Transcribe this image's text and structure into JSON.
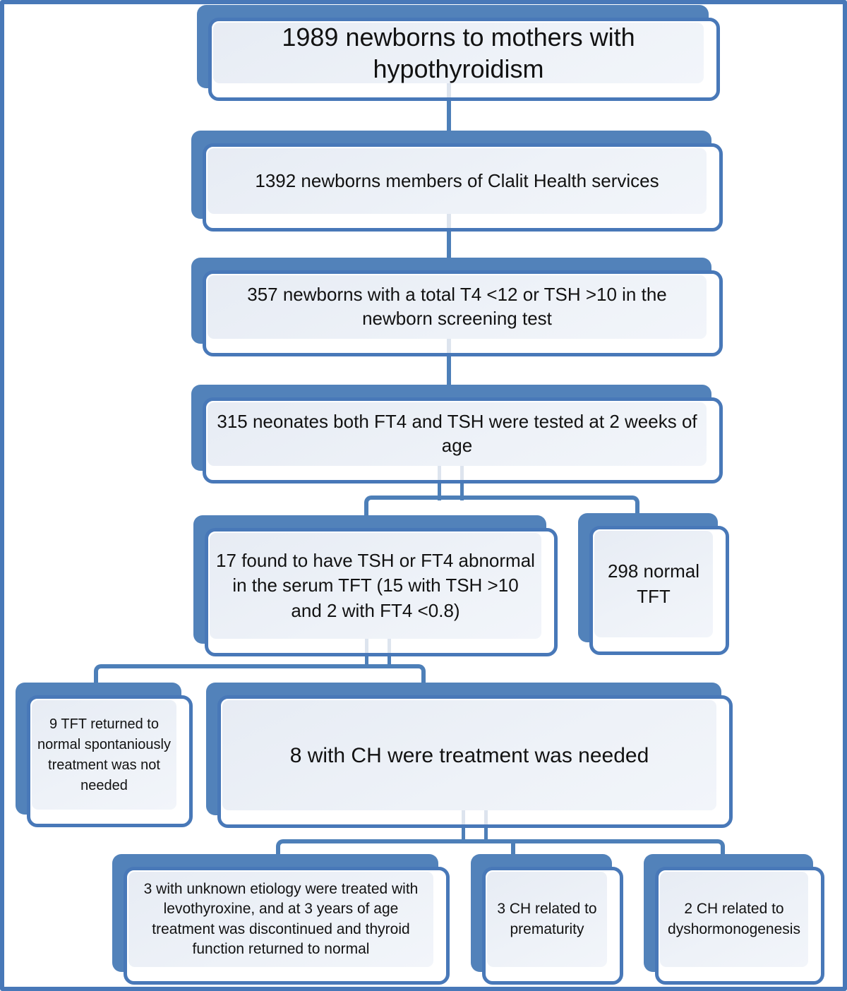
{
  "figure": {
    "type": "flowchart",
    "colors": {
      "shadow_blue": "#5282ba",
      "border_blue": "#4878b8",
      "connector_blue": "#4d7fb8",
      "box_fill_light": "#eaeff6",
      "text": "#121212",
      "background": "#ffffff"
    },
    "nodes": [
      {
        "id": "n1",
        "text": "1989 newborns to mothers with hypothyroidism"
      },
      {
        "id": "n2",
        "text": "1392 newborns members of Clalit Health services"
      },
      {
        "id": "n3",
        "text": "357 newborns with a total T4 <12 or TSH >10 in the newborn screening test"
      },
      {
        "id": "n4",
        "text": "315 neonates both FT4 and TSH were tested at 2 weeks of age"
      },
      {
        "id": "n5",
        "text": "17 found to have TSH or FT4 abnormal in the serum TFT (15 with TSH >10 and 2 with FT4 <0.8)"
      },
      {
        "id": "n6",
        "text": "298 normal TFT"
      },
      {
        "id": "n7",
        "text": "9 TFT returned to normal spontaniously treatment was not needed"
      },
      {
        "id": "n8",
        "text": "8 with CH were treatment was needed"
      },
      {
        "id": "n9",
        "text": "3 with unknown etiology were treated with levothyroxine, and at 3 years of age treatment was discontinued and thyroid function returned to normal"
      },
      {
        "id": "n10",
        "text": "3 CH related to prematurity"
      },
      {
        "id": "n11",
        "text": "2 CH related to dyshormonogenesis"
      }
    ],
    "edges": [
      {
        "from": "n1",
        "to": "n2"
      },
      {
        "from": "n2",
        "to": "n3"
      },
      {
        "from": "n3",
        "to": "n4"
      },
      {
        "from": "n4",
        "to": "n5"
      },
      {
        "from": "n4",
        "to": "n6"
      },
      {
        "from": "n5",
        "to": "n7"
      },
      {
        "from": "n5",
        "to": "n8"
      },
      {
        "from": "n8",
        "to": "n9"
      },
      {
        "from": "n8",
        "to": "n10"
      },
      {
        "from": "n8",
        "to": "n11"
      }
    ]
  }
}
